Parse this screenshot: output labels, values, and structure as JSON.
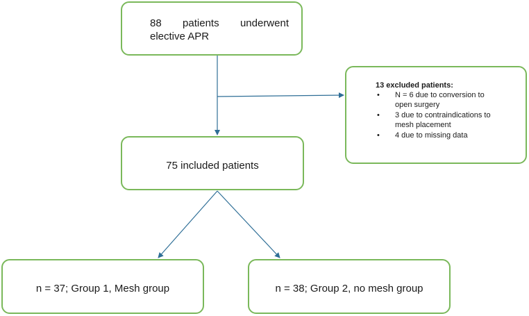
{
  "nodes": {
    "start": {
      "text": "88 patients underwent elective APR"
    },
    "excluded": {
      "title": "13 excluded patients:",
      "items": [
        "N = 6 due to conversion to open surgery",
        "3 due to contraindications to mesh placement",
        "4 due to missing data"
      ]
    },
    "included": {
      "text": "75 included patients"
    },
    "group1": {
      "text": "n = 37; Group 1, Mesh group"
    },
    "group2": {
      "text": "n = 38; Group 2, no mesh group"
    }
  },
  "colors": {
    "box_border": "#7ab85a",
    "arrow": "#2e6e96"
  }
}
